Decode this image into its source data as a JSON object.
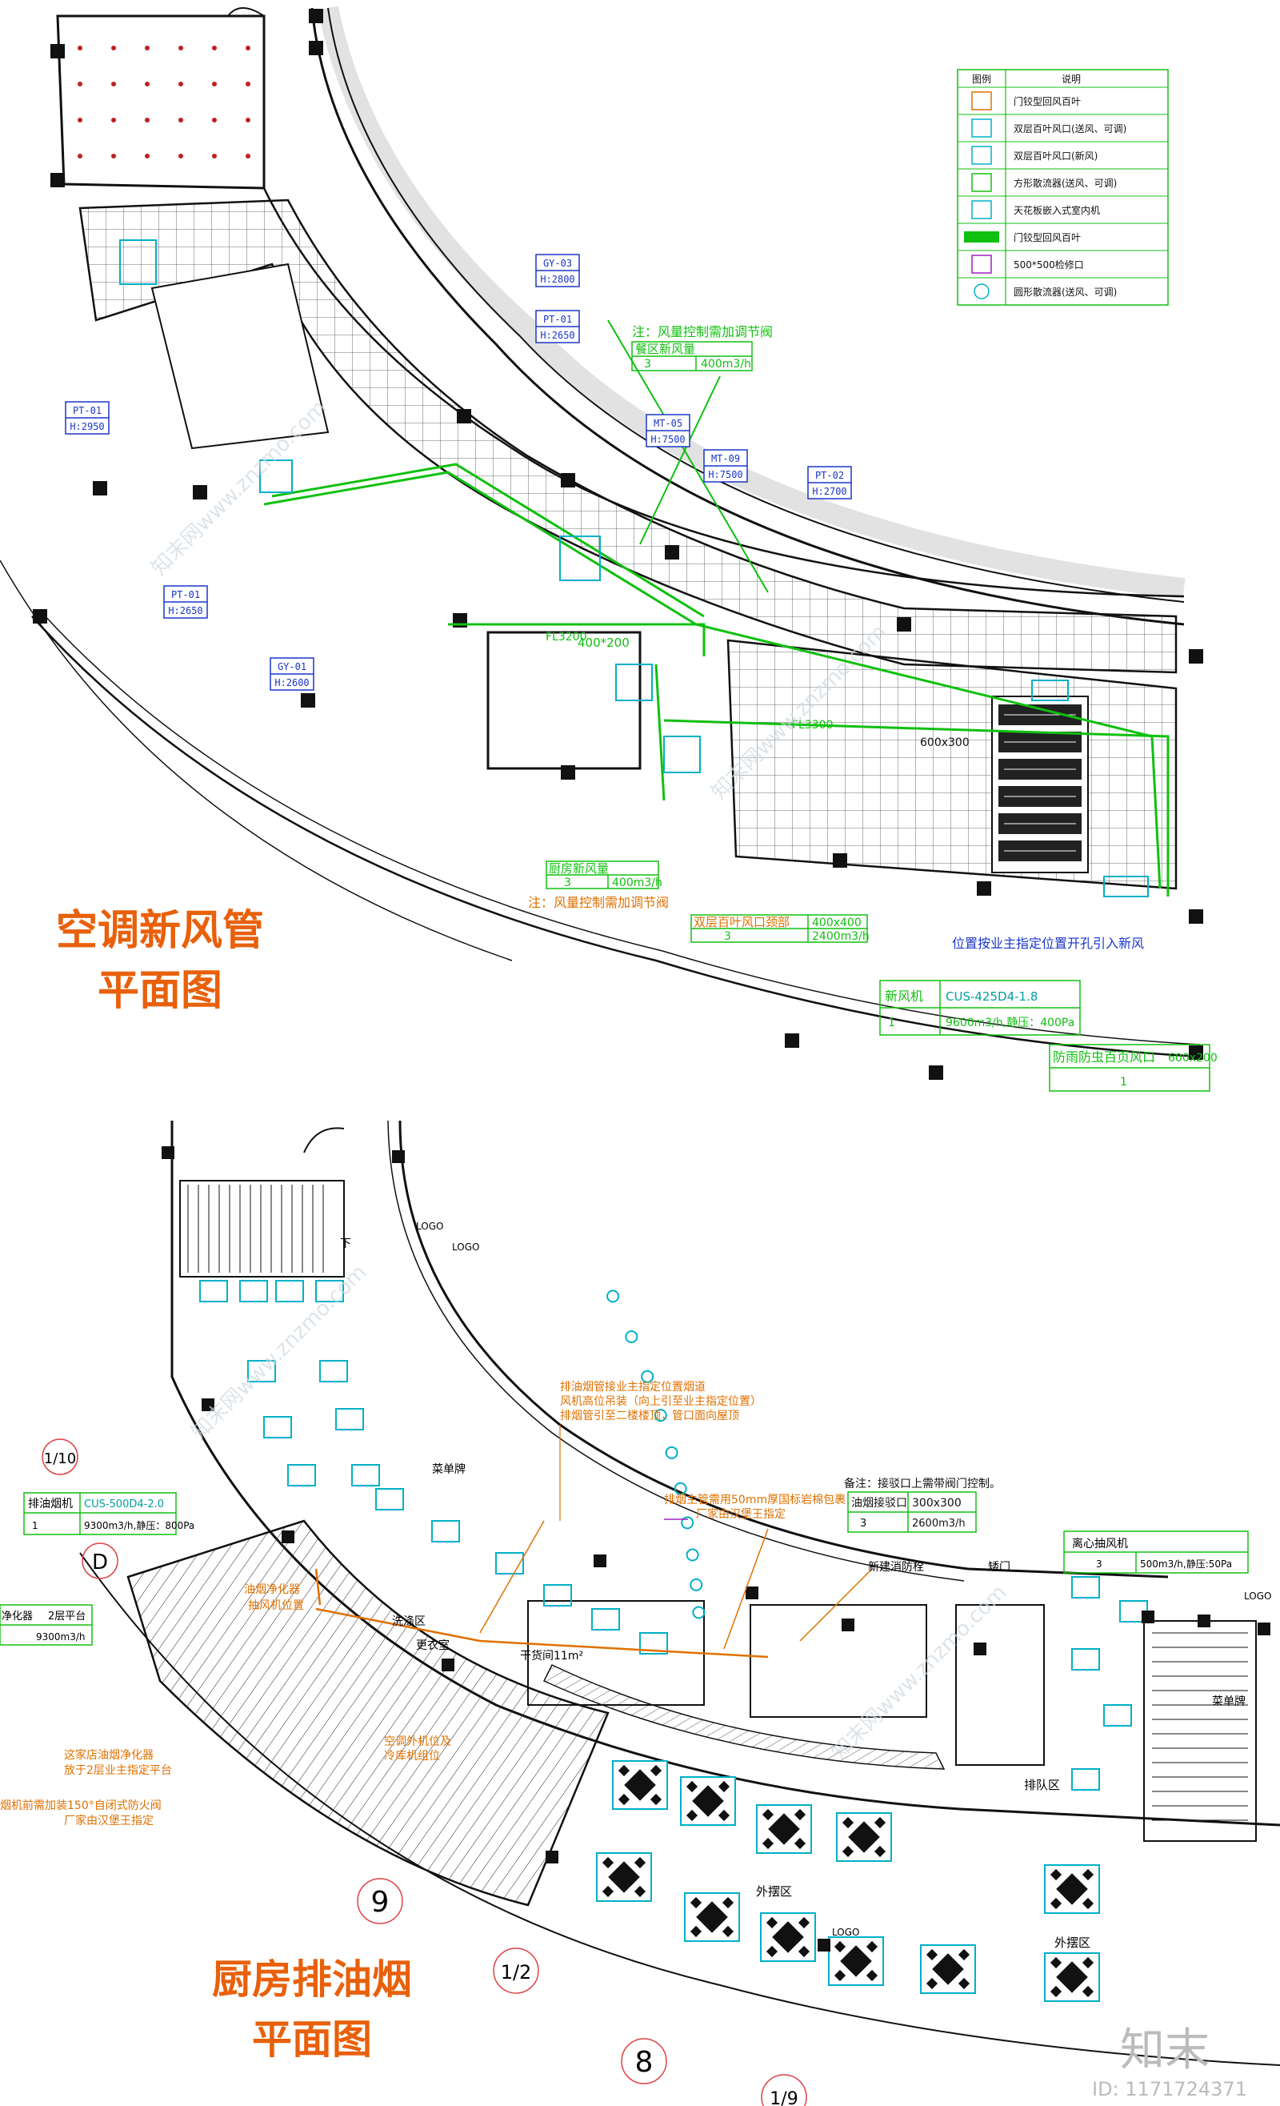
{
  "titles": {
    "top_line1": "空调新风管",
    "top_line2": "平面图",
    "bottom_line1": "厨房排油烟",
    "bottom_line2": "平面图"
  },
  "legend": {
    "col_symbol": "图例",
    "col_desc": "说明",
    "rows": [
      "门铰型回风百叶",
      "双层百叶风口(送风、可调)",
      "双层百叶风口(新风)",
      "方形散流器(送风、可调)",
      "天花板嵌入式室内机",
      "门铰型回风百叶",
      "500*500检修口",
      "圆形散流器(送风、可调)"
    ]
  },
  "ceiling_tags": [
    {
      "code": "GY-03",
      "h": "H:2800"
    },
    {
      "code": "PT-01",
      "h": "H:2650"
    },
    {
      "code": "PT-01",
      "h": "H:2950"
    },
    {
      "code": "MT-05",
      "h": "H:7500"
    },
    {
      "code": "MT-09",
      "h": "H:7500"
    },
    {
      "code": "PT-02",
      "h": "H:2700"
    },
    {
      "code": "PT-01",
      "h": "H:2650"
    },
    {
      "code": "GY-01",
      "h": "H:2600"
    }
  ],
  "top_notes": {
    "note1": "注：风量控制需加调节阀",
    "dining_fresh_air": "餐区新风量",
    "dining_qty": "3",
    "dining_flow": "400m3/h",
    "duct_size_1": "400*200",
    "fl_1": "FL3200",
    "fl_2": "FL3300",
    "duct_size_2": "600x300",
    "kitchen_fresh_air": "厨房新风量",
    "kitchen_qty": "3",
    "kitchen_flow": "400m3/h",
    "note2": "注：风量控制需加调节阀",
    "grille_neck": "双层百叶风口颈部",
    "grille_size": "400x400",
    "grille_qty": "3",
    "grille_flow": "2400m3/h",
    "inlet_note": "位置按业主指定位置开孔引入新风",
    "fan_label": "新风机",
    "fan_model": "CUS-425D4-1.8",
    "fan_qty": "1",
    "fan_spec": "9600m3/h,静压：400Pa",
    "louver_label": "防雨防虫百页风口",
    "louver_size": "600x200",
    "louver_qty": "1"
  },
  "bottom_notes": {
    "logo": "LOGO",
    "stair_down": "下",
    "menu_board": "菜单牌",
    "exhaust_note1": "排油烟管接业主指定位置烟道",
    "exhaust_note2": "风机高位吊装（向上引至业主指定位置）",
    "exhaust_note3": "排烟管引至二楼楼顶，管口面向屋顶",
    "exhaust_main": "排烟主管需用50mm厚国标岩棉包裹",
    "exhaust_vendor": "厂家由汉堡王指定",
    "remark": "备注：接驳口上需带阀门控制。",
    "hood_port": "油烟接驳口",
    "hood_size": "300x300",
    "hood_qty": "3",
    "hood_flow": "2600m3/h",
    "exhaust_fan": "排油烟机",
    "exhaust_fan_model": "CUS-500D4-2.0",
    "exhaust_fan_qty": "1",
    "exhaust_fan_spec": "9300m3/h,静压：800Pa",
    "purifier": "净化器",
    "purifier_loc": "2层平台",
    "purifier_flow": "9300m3/h",
    "grid_d": "D",
    "grid_1_10": "1/10",
    "fume_purifier_pos": "油烟净化器",
    "fan_pos": "抽风机位置",
    "wash_area": "洗涤区",
    "locker": "更衣室",
    "dry_store": "干货间11m²",
    "ac_unit_pos": "空调外机位及",
    "cold_unit_pos": "冷库机组位",
    "new_hydrant": "新建消防栓",
    "low_door": "矮门",
    "centrifugal_fan": "离心抽风机",
    "cf_qty": "3",
    "cf_spec": "500m3/h,静压:50Pa",
    "purifier_note1": "这家店油烟净化器",
    "purifier_note2": "放于2层业主指定平台",
    "damper_note": "烟机前需加装150°自闭式防火阀",
    "damper_vendor": "厂家由汉堡王指定",
    "queue_area": "排队区",
    "outdoor_area_1": "外摆区",
    "outdoor_area_2": "外摆区",
    "grid_9": "9",
    "grid_1_2": "1/2",
    "grid_8": "8",
    "grid_1_9": "1/9"
  },
  "watermark": {
    "brand": "知末",
    "id": "ID: 1171724371",
    "site": "知末网www.znzmo.com"
  },
  "colors": {
    "line": "#111111",
    "green": "#10c010",
    "cyan": "#00b0c8",
    "orange": "#e07000",
    "title_orange": "#e8600a",
    "blue_tag": "#1a36c8",
    "purple": "#a020c0",
    "red_dot": "#c02020"
  }
}
